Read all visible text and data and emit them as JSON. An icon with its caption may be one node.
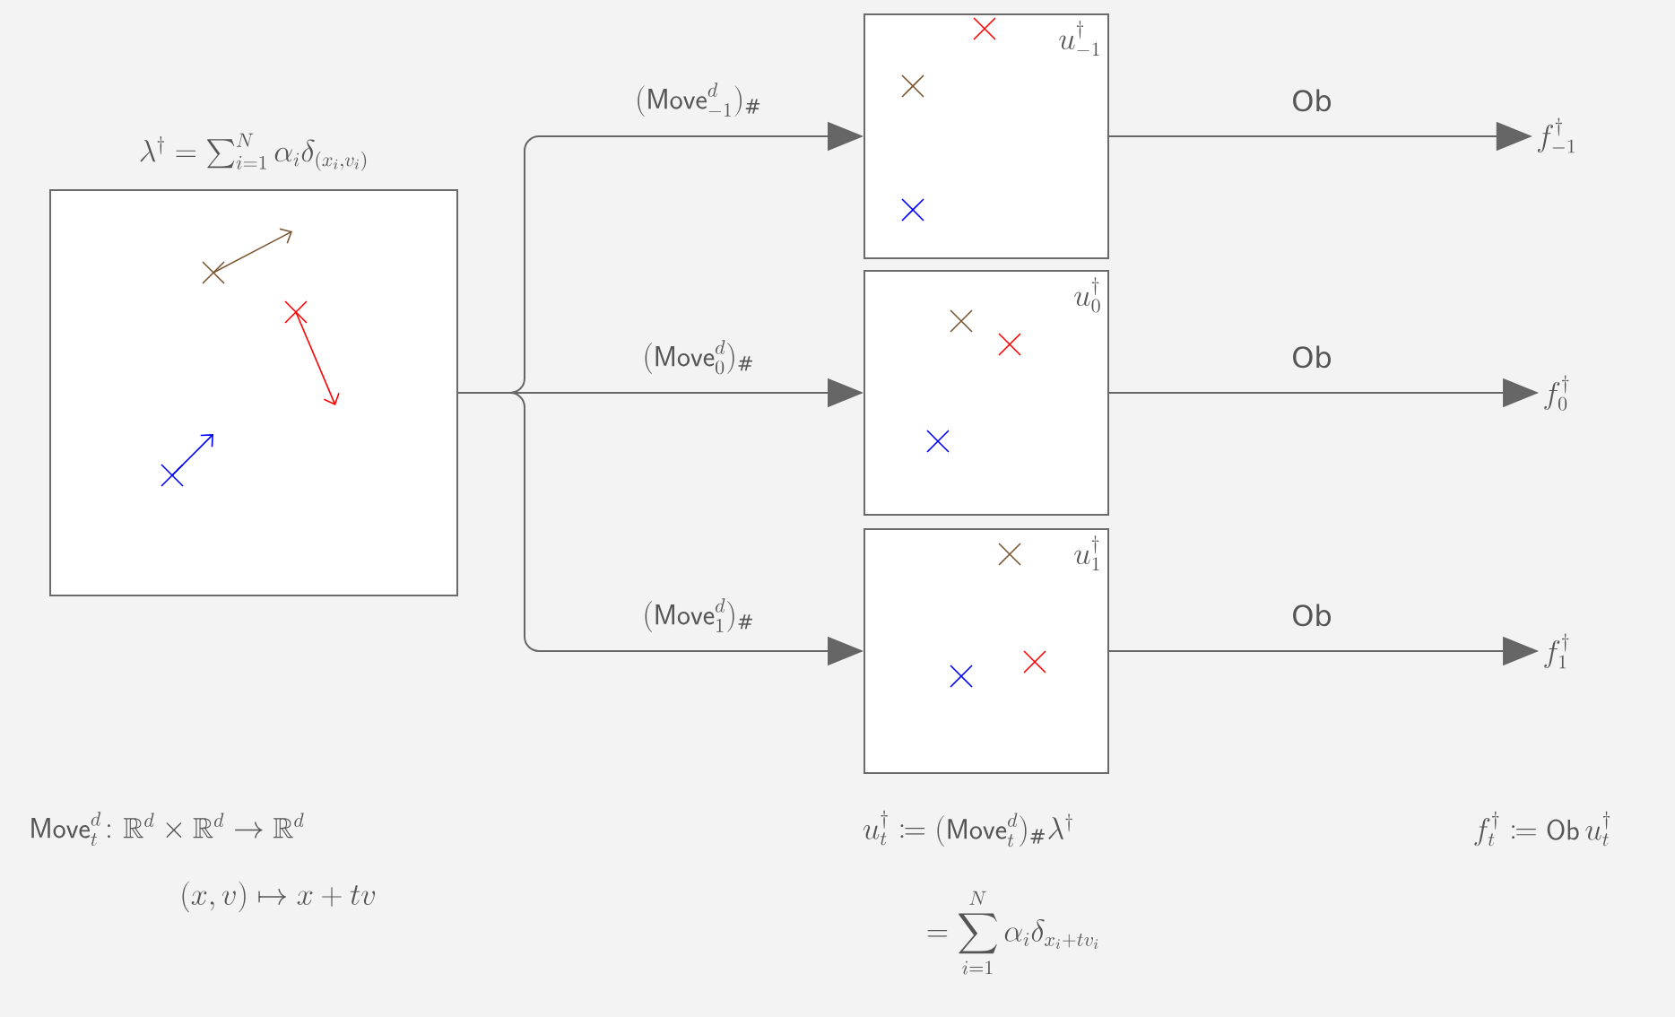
{
  "diagram": {
    "nodes": [
      {
        "text": [
          "\\lambda^\\dagger = \\textstyle\\sum_{i=1}^N \\alpha_i\\delta_{(x_i,v_i)}"
        ]
      },
      {
        "text": [
          "u^\\dagger_{-1}"
        ]
      },
      {
        "text": [
          "u^\\dagger_{0}"
        ]
      },
      {
        "text": [
          "u^\\dagger_{1}"
        ]
      },
      {
        "text": [
          "f^\\dagger_{-1}"
        ]
      },
      {
        "text": [
          "f^\\dagger_{0}"
        ]
      },
      {
        "text": [
          "f^\\dagger_{1}"
        ]
      }
    ],
    "edges": [
      {
        "from": 0,
        "to": 1,
        "arrow": "to",
        "label": "(\\mathsf{Move}^d_{-1})_\\#"
      },
      {
        "from": 0,
        "to": 2,
        "arrow": "to",
        "label": "(\\mathsf{Move}^d_{0})_\\#"
      },
      {
        "from": 0,
        "to": 3,
        "arrow": "to",
        "label": "(\\mathsf{Move}^d_{1})_\\#"
      },
      {
        "from": 1,
        "to": 4,
        "arrow": "to",
        "label": "Ob"
      },
      {
        "from": 2,
        "to": 5,
        "arrow": "to",
        "label": "Ob"
      },
      {
        "from": 3,
        "to": 6,
        "arrow": "to",
        "label": "Ob"
      }
    ],
    "labels": [
      "\\mathsf{Move}^d_t\\colon \\mathbb{R}^d\\times\\mathbb{R}^d\\to\\mathbb{R}^d",
      "u^\\dagger_t \\coloneqq (\\mathsf{Move}^d_t)_\\#\\lambda^\\dagger",
      "f^\\dagger_t \\coloneqq \\mathsf{Ob}\\,u^\\dagger_t",
      "(x,v)\\mapsto x+tv",
      "= \\sum_{i=1}^N \\alpha_i\\delta_{x_i+tv_i}"
    ]
  }
}
